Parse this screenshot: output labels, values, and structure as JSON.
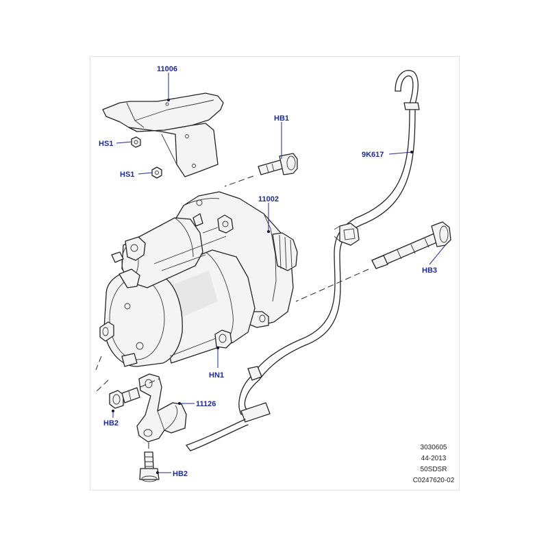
{
  "diagram": {
    "callouts": {
      "c11006": "11006",
      "hb1": "HB1",
      "hs1_top": "HS1",
      "hs1_bottom": "HS1",
      "k617": "9K617",
      "c11002": "11002",
      "hb3": "HB3",
      "hn1": "HN1",
      "c11126": "11126",
      "hb2_left": "HB2",
      "hb2_bottom": "HB2"
    },
    "reference": {
      "line1": "3030605",
      "line2": "44-2013",
      "line3": "50SDSR",
      "line4": "C0247620-02"
    }
  }
}
